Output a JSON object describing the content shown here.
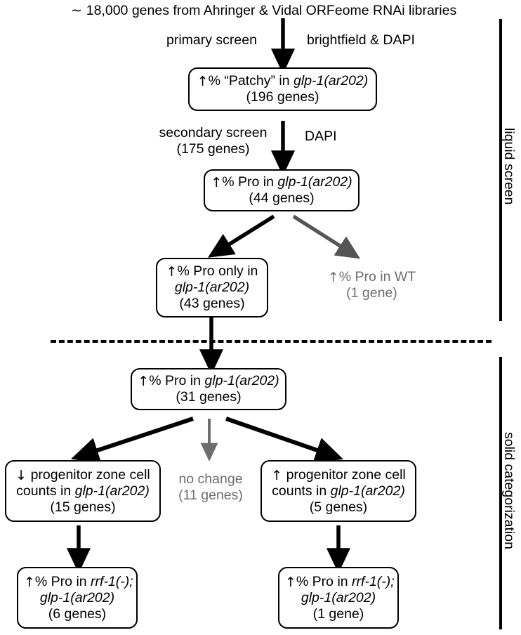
{
  "title": "∼ 18,000 genes from Ahringer & Vidal ORFeome RNAi libraries",
  "colors": {
    "ink": "#000000",
    "gray": "#6e6e6e",
    "background": "#ffffff"
  },
  "sections": [
    {
      "label": "liquid screen"
    },
    {
      "label": "solid categorization"
    }
  ],
  "labels": {
    "primary_screen": "primary screen",
    "brightfield_dapi": "brightfield & DAPI",
    "secondary_screen_l1": "secondary screen",
    "secondary_screen_l2": "(175 genes)",
    "dapi": "DAPI"
  },
  "nodes": {
    "patchy": {
      "line1_arrow": "↑",
      "line1_pre": "% “Patchy” in ",
      "line1_italic": "glp-1(ar202)",
      "line2": "(196 genes)"
    },
    "pro44": {
      "line1_arrow": "↑",
      "line1_pre": "% Pro in ",
      "line1_italic": "glp-1(ar202)",
      "line2": "(44 genes)"
    },
    "pro_only_43": {
      "line1_arrow": "↑",
      "line1_pre": "% Pro only in",
      "line2_italic": "glp-1(ar202)",
      "line3": "(43 genes)"
    },
    "pro_wt_1": {
      "line1_arrow": "↑",
      "line1": "% Pro in WT",
      "line2": "(1 gene)"
    },
    "pro31": {
      "line1_arrow": "↑",
      "line1_pre": "% Pro in ",
      "line1_italic": "glp-1(ar202)",
      "line2": "(31 genes)"
    },
    "pz_down_15": {
      "line1_arrow": "↓",
      "line1": " progenitor zone cell",
      "line2_pre": "counts in ",
      "line2_italic": "glp-1(ar202)",
      "line3": "(15 genes)"
    },
    "no_change_11": {
      "line1": "no change",
      "line2": "(11 genes)"
    },
    "pz_up_5": {
      "line1_arrow": "↑",
      "line1": " progenitor zone cell",
      "line2_pre": "counts in ",
      "line2_italic": "glp-1(ar202)",
      "line3": "(5 genes)"
    },
    "rrf_6": {
      "line1_arrow": "↑",
      "line1_pre": "% Pro in ",
      "line1_italic": "rrf-1(-);",
      "line2_italic": "glp-1(ar202)",
      "line3": "(6 genes)"
    },
    "rrf_1": {
      "line1_arrow": "↑",
      "line1_pre": "% Pro in ",
      "line1_italic": "rrf-1(-);",
      "line2_italic": "glp-1(ar202)",
      "line3": "(1 gene)"
    }
  }
}
